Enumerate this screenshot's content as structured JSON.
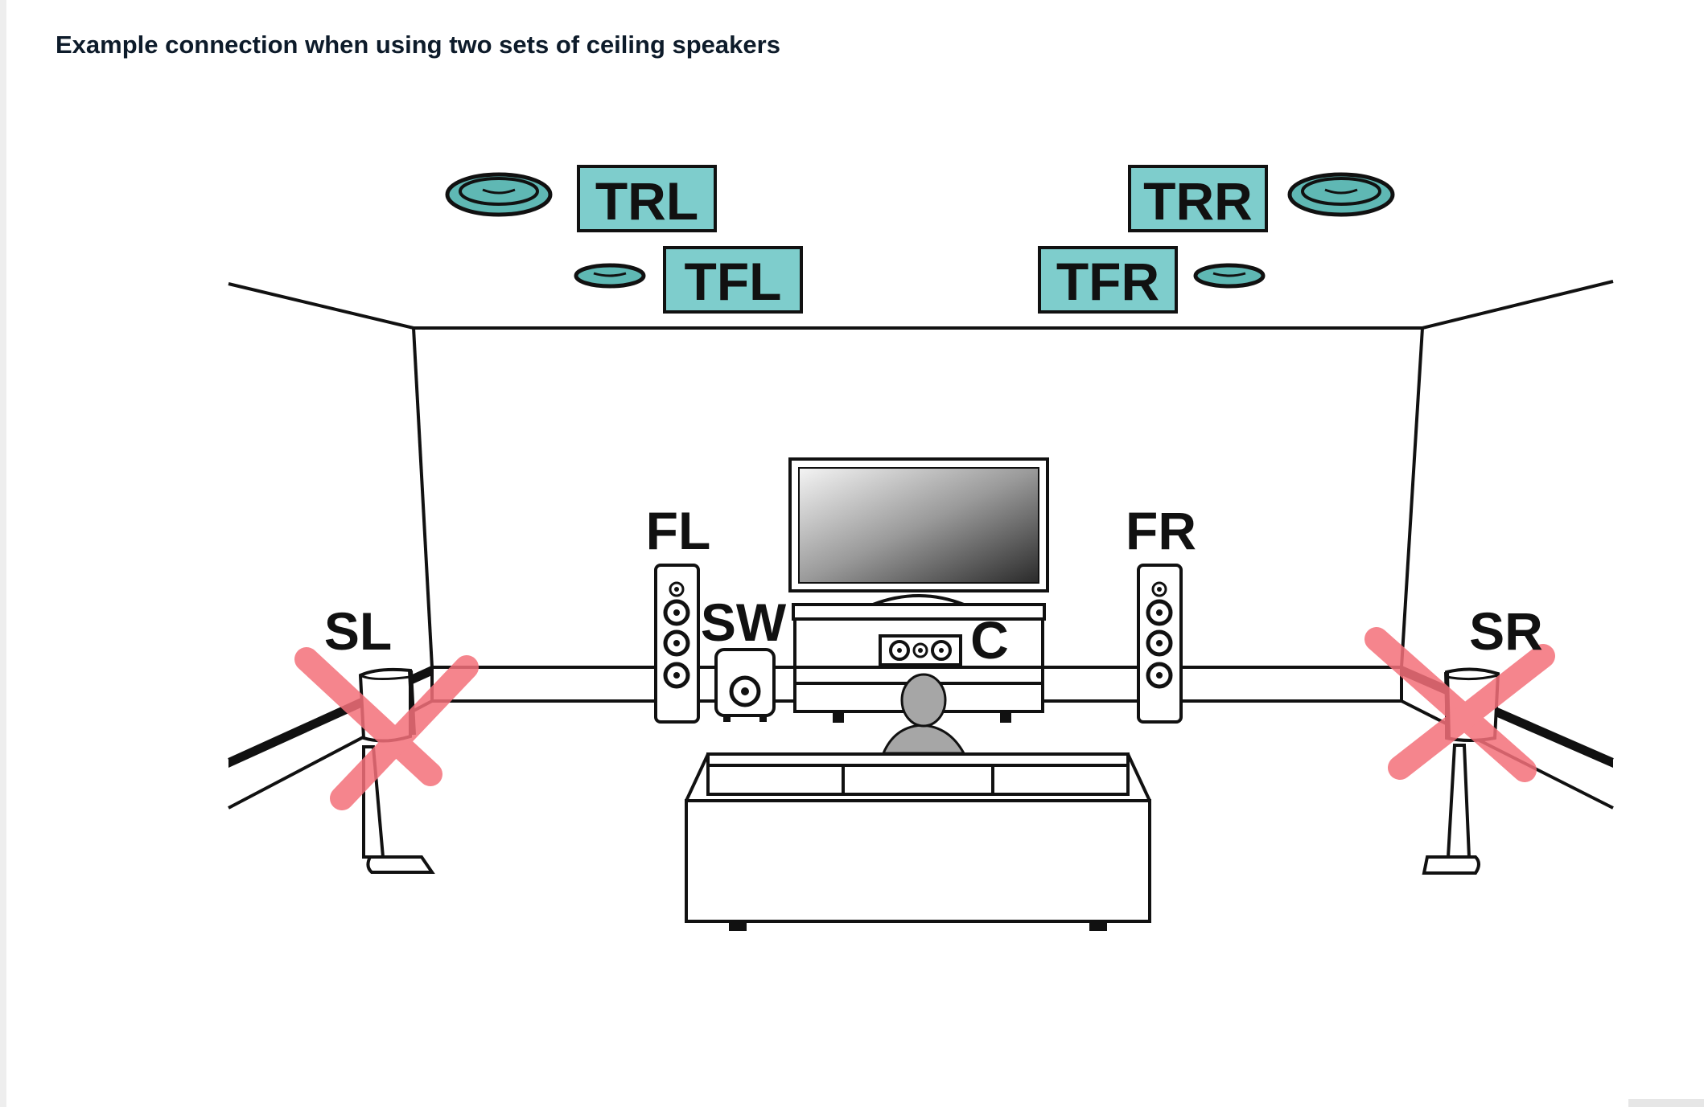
{
  "heading": "Example connection when using two sets of ceiling speakers",
  "colors": {
    "label_box": "#7ecdcc",
    "ceiling_speaker": "#5fb8b4",
    "cross_mark": "#f4707a",
    "text": "#0d1b2a"
  },
  "labels": {
    "trl": "TRL",
    "trr": "TRR",
    "tfl": "TFL",
    "tfr": "TFR",
    "fl": "FL",
    "fr": "FR",
    "sl": "SL",
    "sr": "SR",
    "sw": "SW",
    "c": "C"
  }
}
